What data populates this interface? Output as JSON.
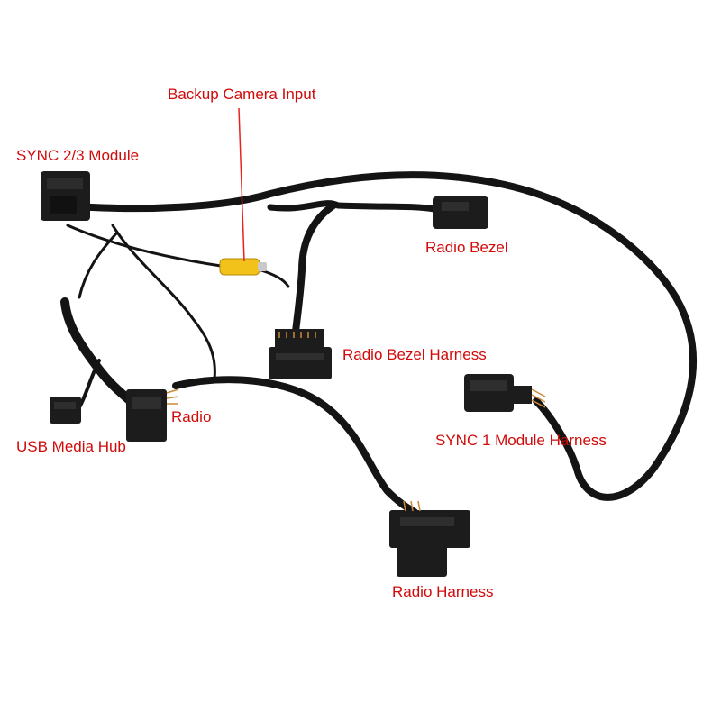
{
  "labels": {
    "backup_camera_input": "Backup Camera Input",
    "sync_module": "SYNC 2/3 Module",
    "radio_bezel": "Radio Bezel",
    "radio_bezel_harness": "Radio Bezel Harness",
    "radio": "Radio",
    "usb_media_hub": "USB Media Hub",
    "sync1_module_harness": "SYNC 1 Module Harness",
    "radio_harness": "Radio Harness"
  },
  "colors": {
    "label_text": "#d10a0a",
    "leader_line": "#e8221b",
    "cable": "#141414",
    "connector": "#1c1c1c",
    "rca_plug": "#f2c21b",
    "pin_wires": "#c98a3a"
  }
}
